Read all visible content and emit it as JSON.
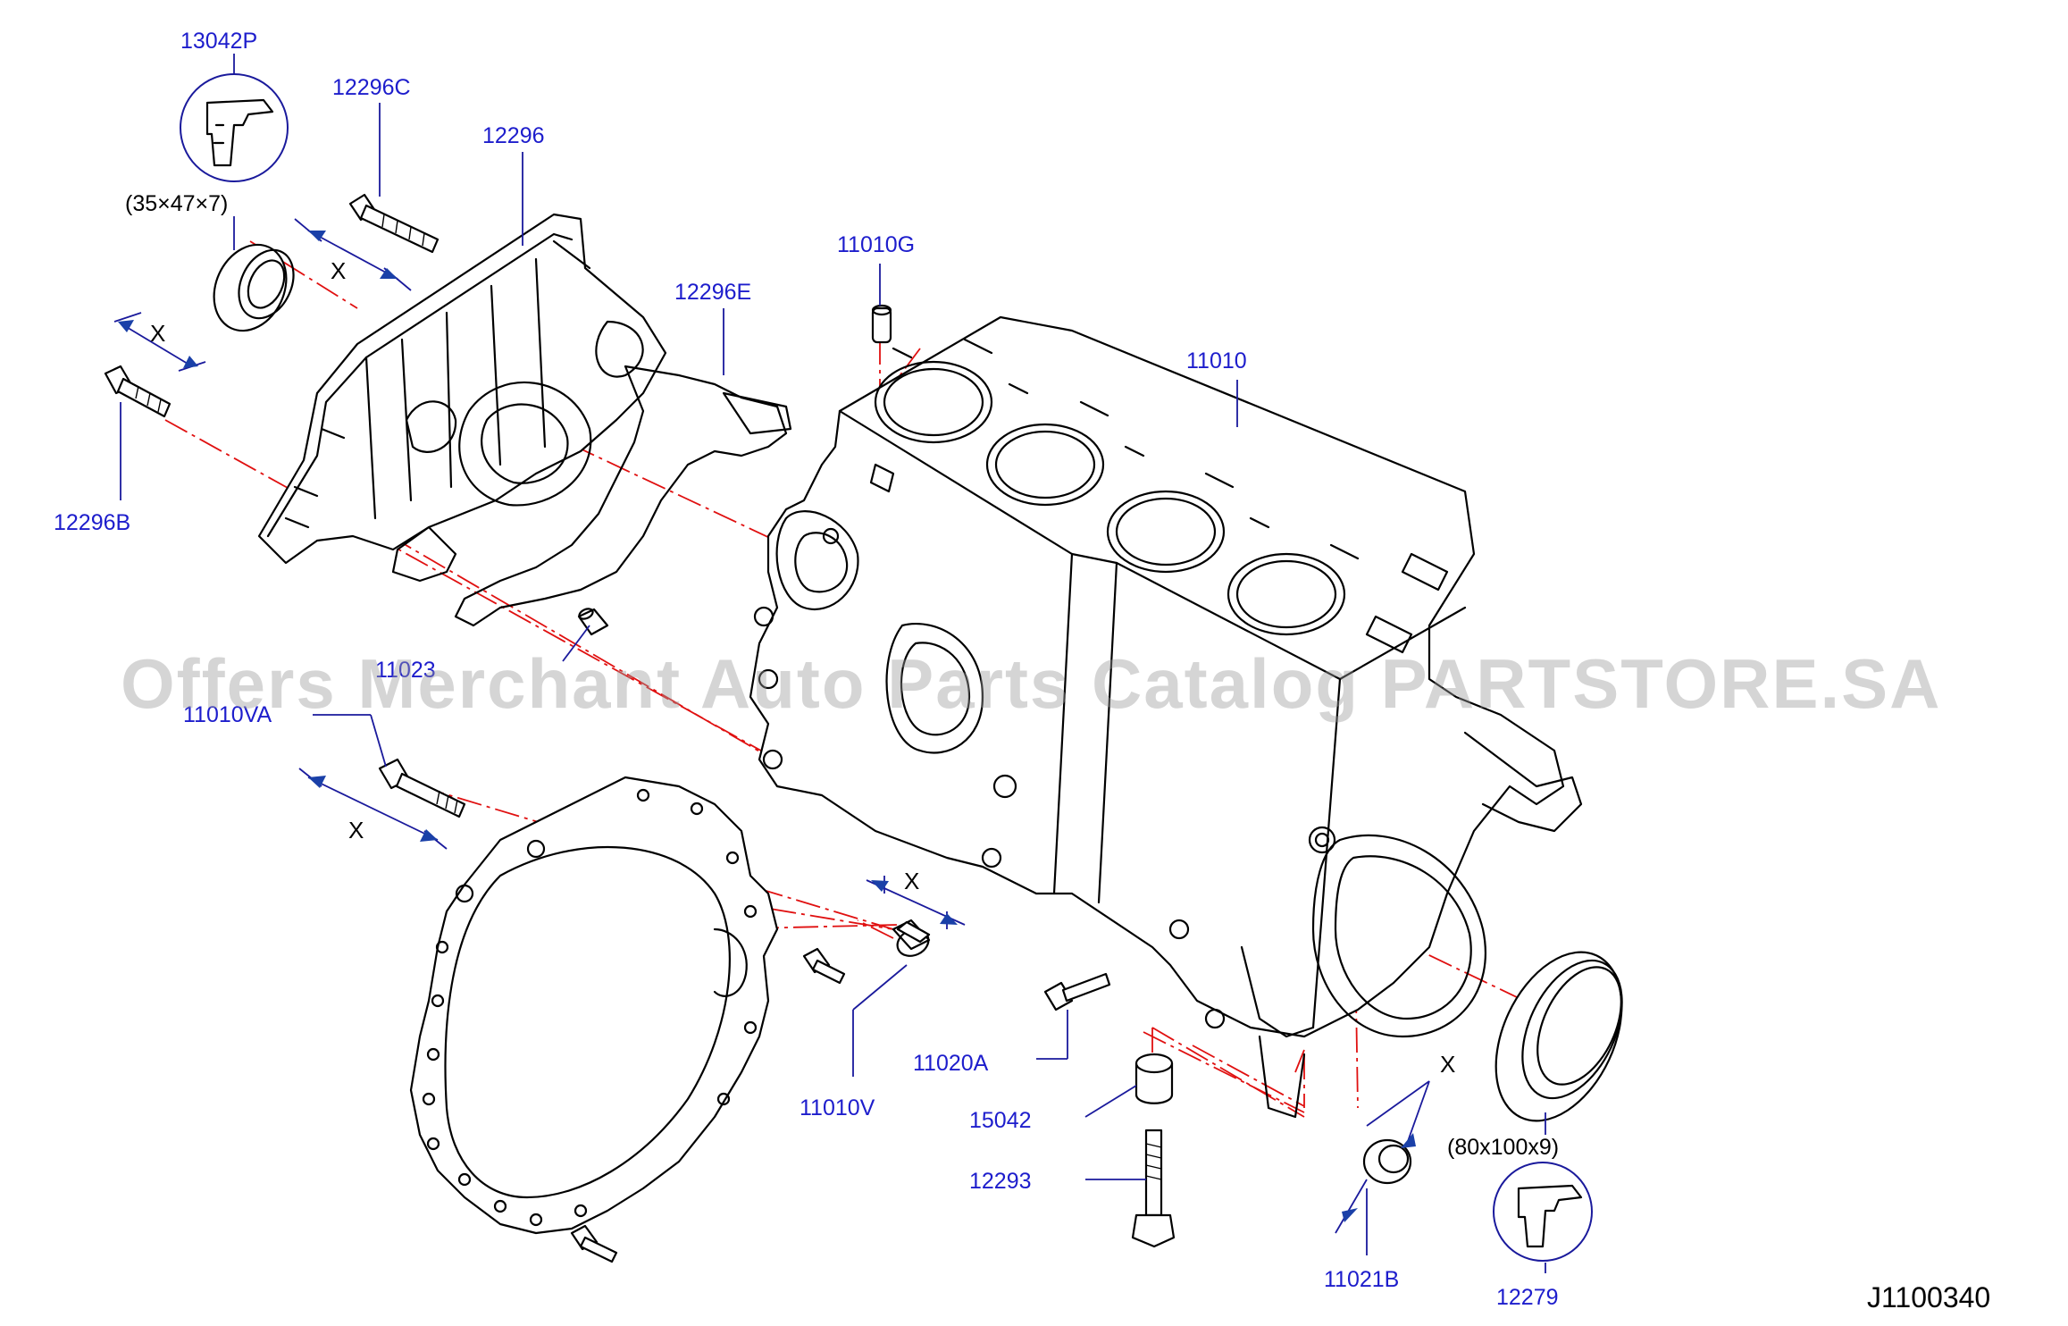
{
  "diagram_code": "J1100340",
  "watermark": "Offers Merchant Auto Parts Catalog PARTSTORE.SA",
  "colors": {
    "label": "#1d1dcc",
    "axis": "#e01010",
    "leader": "#1a1a9c",
    "arrow": "#1a40a8",
    "watermark": "#9c9c9c"
  },
  "labels": {
    "p13042P": "13042P",
    "p12296C": "12296C",
    "p12296": "12296",
    "p11010G": "11010G",
    "p12296E": "12296E",
    "p11010": "11010",
    "p12296B": "12296B",
    "p11023": "11023",
    "p11010VA": "11010VA",
    "p11020A": "11020A",
    "p11010V": "11010V",
    "p15042": "15042",
    "p12293": "12293",
    "p11021B": "11021B",
    "p12279": "12279"
  },
  "dimensions": {
    "front_seal": "(35×47×7)",
    "rear_seal": "(80x100x9)"
  },
  "x_marker": "X"
}
